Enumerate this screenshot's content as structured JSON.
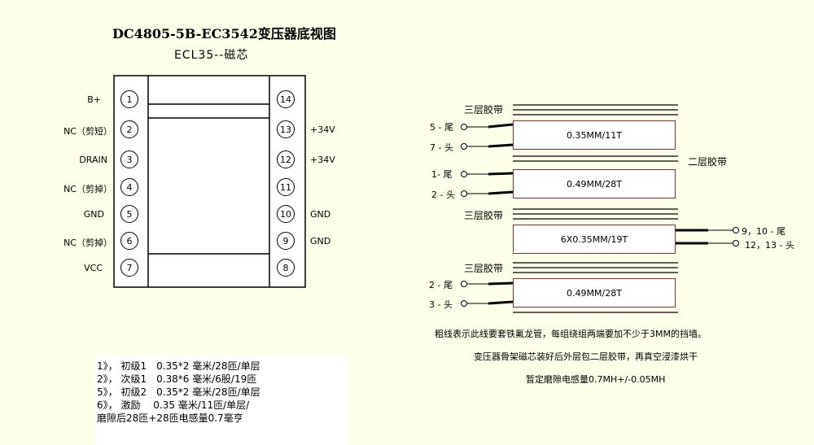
{
  "title": "DC4805-5B-EC3542变压器底视图",
  "subtitle": "ECL35--磁芯",
  "pins_left": [
    {
      "num": "1",
      "label": "B+"
    },
    {
      "num": "2",
      "label": "NC（剪短）"
    },
    {
      "num": "3",
      "label": "DRAIN"
    },
    {
      "num": "4",
      "label": "NC（剪掉）"
    },
    {
      "num": "5",
      "label": "GND"
    },
    {
      "num": "6",
      "label": "NC（剪掉）"
    },
    {
      "num": "7",
      "label": "VCC"
    }
  ],
  "pins_right": [
    {
      "num": "14",
      "label": ""
    },
    {
      "num": "13",
      "label": "+34V"
    },
    {
      "num": "12",
      "label": "+34V"
    },
    {
      "num": "11",
      "label": ""
    },
    {
      "num": "10",
      "label": "GND"
    },
    {
      "num": "9",
      "label": "GND"
    },
    {
      "num": "8",
      "label": ""
    }
  ],
  "notes": [
    "1》， 初级1　0.35*2 毫米/28匝/单层",
    "2》， 次级1　0.38*6 毫米/6股/19匝",
    "5》， 初级2　0.35*2 毫米/28匝/单层",
    "6》， 激励　 0.35 毫米/11匝/单层/",
    "磨隙后28匝+28匝电感量0.7毫亨"
  ],
  "winding": {
    "tape3": "三层胶带",
    "tape2": "二层胶带",
    "windings": [
      {
        "spec": "0.35MM/11T",
        "end": "5 - 尾",
        "start": "7 - 头"
      },
      {
        "spec": "0.49MM/28T",
        "end": "1- 尾",
        "start": "2 - 头"
      },
      {
        "spec": "6X0.35MM/19T",
        "end": "9，10 - 尾",
        "start": "12，13 - 头"
      },
      {
        "spec": "0.49MM/28T",
        "end": "2 - 尾",
        "start": "3 - 头"
      }
    ]
  },
  "bottom_notes": [
    "粗线表示此线要套铁氟龙管，每组绕组两端要加不少于3MM的挡墙。",
    "变压器骨架磁芯装好后外层包二层胶带，再真空浸漆烘干",
    "暂定磨隙电感量0.7MH+/-0.05MH"
  ]
}
